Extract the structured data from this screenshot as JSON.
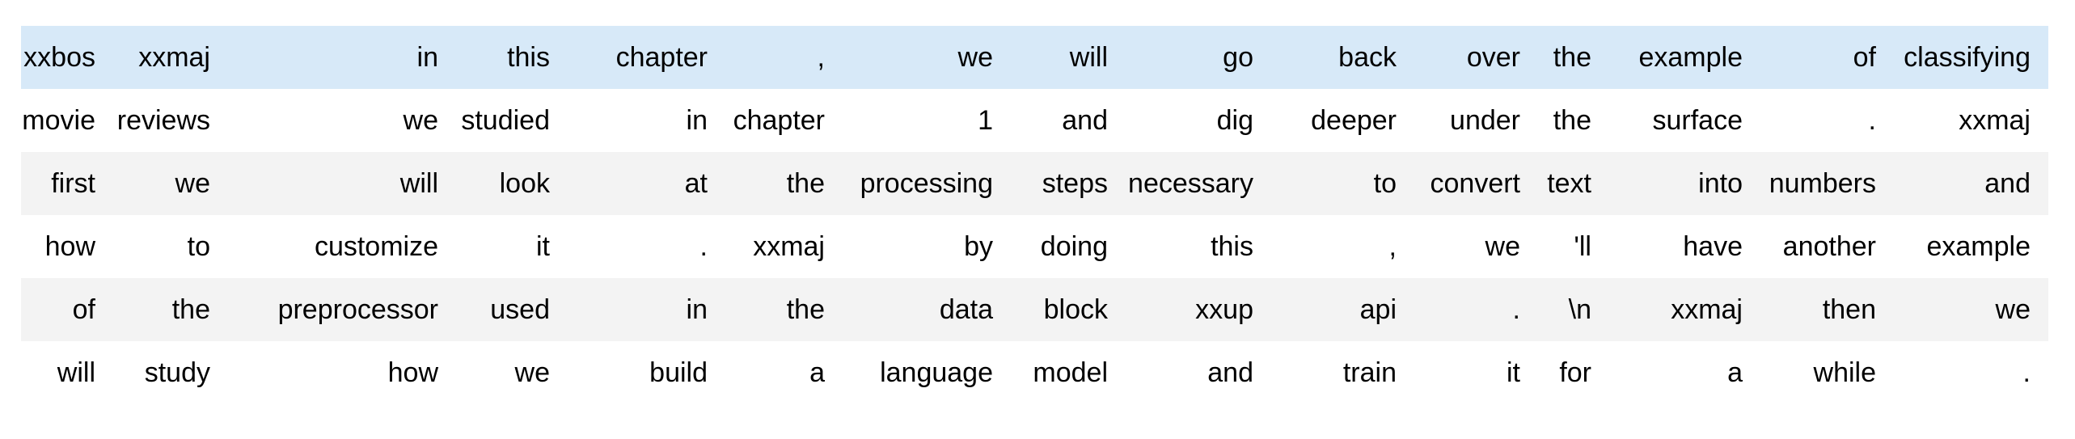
{
  "table": {
    "description_rows_of_tokens": 6,
    "columns_per_row": 15,
    "rows": [
      [
        "xxbos",
        "xxmaj",
        "in",
        "this",
        "chapter",
        ",",
        "we",
        "will",
        "go",
        "back",
        "over",
        "the",
        "example",
        "of",
        "classifying"
      ],
      [
        "movie",
        "reviews",
        "we",
        "studied",
        "in",
        "chapter",
        "1",
        "and",
        "dig",
        "deeper",
        "under",
        "the",
        "surface",
        ".",
        "xxmaj"
      ],
      [
        "first",
        "we",
        "will",
        "look",
        "at",
        "the",
        "processing",
        "steps",
        "necessary",
        "to",
        "convert",
        "text",
        "into",
        "numbers",
        "and"
      ],
      [
        "how",
        "to",
        "customize",
        "it",
        ".",
        "xxmaj",
        "by",
        "doing",
        "this",
        ",",
        "we",
        "'ll",
        "have",
        "another",
        "example"
      ],
      [
        "of",
        "the",
        "preprocessor",
        "used",
        "in",
        "the",
        "data",
        "block",
        "xxup",
        "api",
        ".",
        "\\n",
        "xxmaj",
        "then",
        "we"
      ],
      [
        "will",
        "study",
        "how",
        "we",
        "build",
        "a",
        "language",
        "model",
        "and",
        "train",
        "it",
        "for",
        "a",
        "while",
        "."
      ]
    ],
    "colors": {
      "highlight_row": "#d7e9f8",
      "stripe_row": "#f3f3f3",
      "background": "#ffffff",
      "text": "#000000"
    }
  }
}
